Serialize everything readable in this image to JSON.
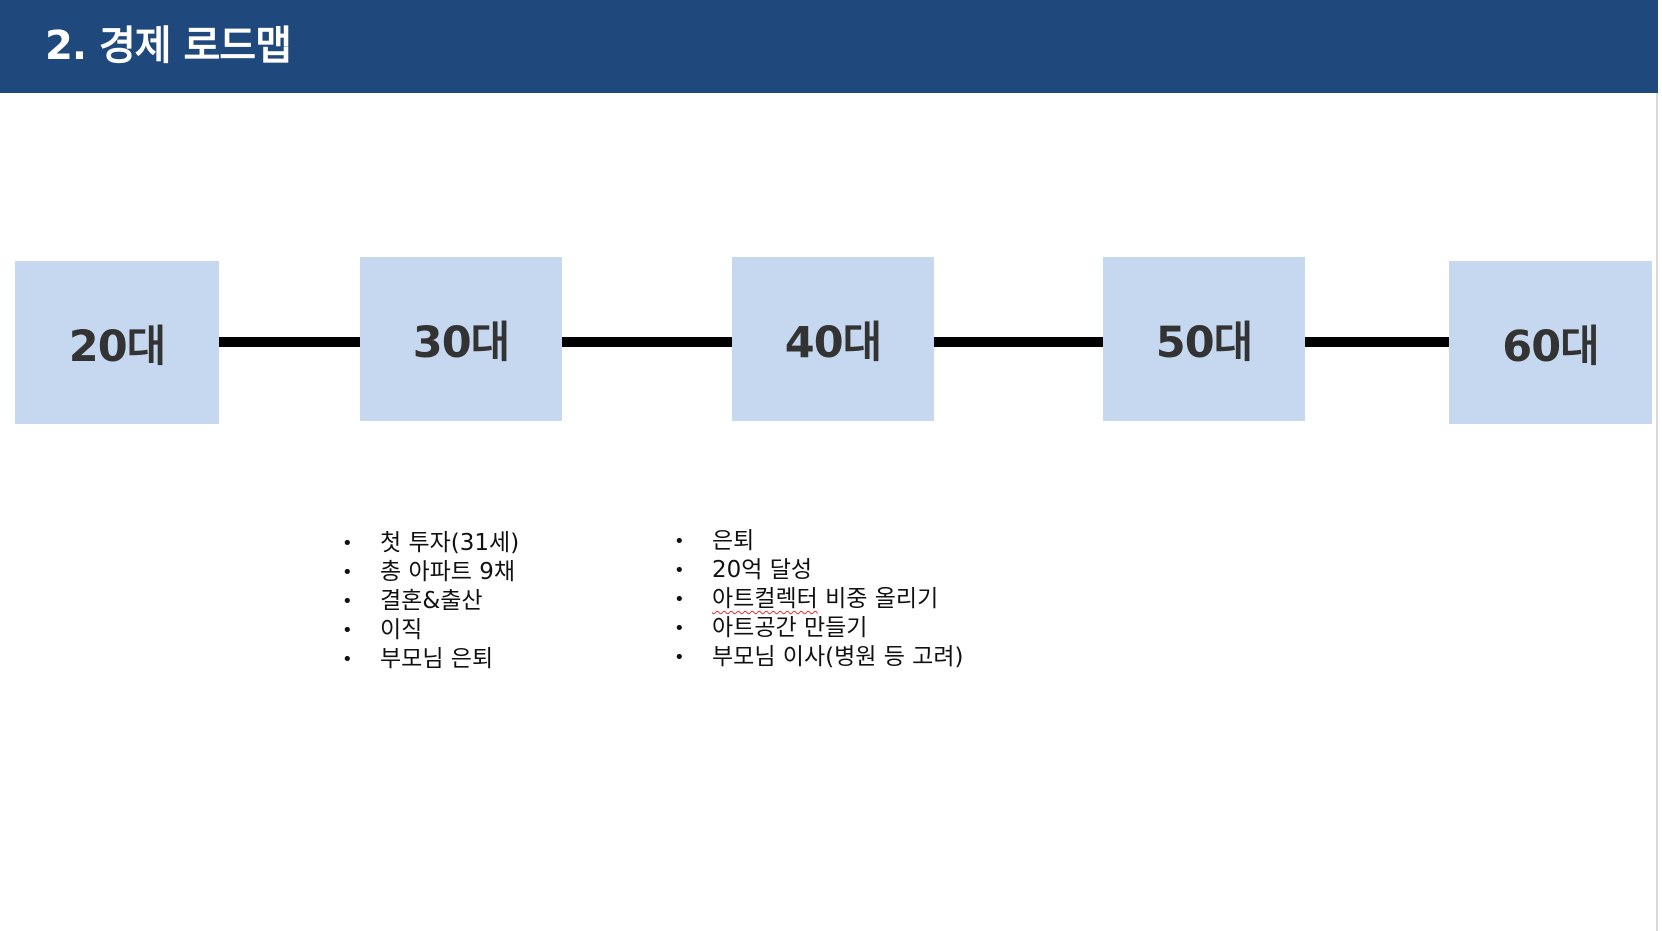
{
  "slide": {
    "title": "2. 경제 로드맵"
  },
  "timeline": {
    "stages": [
      {
        "label": "20대"
      },
      {
        "label": "30대"
      },
      {
        "label": "40대"
      },
      {
        "label": "50대"
      },
      {
        "label": "60대"
      }
    ]
  },
  "milestones": {
    "thirties": [
      "첫 투자(31세)",
      "총 아파트 9채",
      "결혼&출산",
      "이직",
      "부모님 은퇴"
    ],
    "forties": [
      "은퇴",
      "20억 달성",
      "비중 올리기",
      "아트공간 만들기",
      "부모님 이사(병원 등 고려)"
    ],
    "forties_item3_marked_word": "아트컬렉터"
  },
  "colors": {
    "title_bar": "#1f497d",
    "title_text": "#ffffff",
    "stage_box": "#c6d8f0",
    "stage_text": "#333333",
    "connector": "#000000",
    "spellcheck_mark": "#e03030"
  }
}
